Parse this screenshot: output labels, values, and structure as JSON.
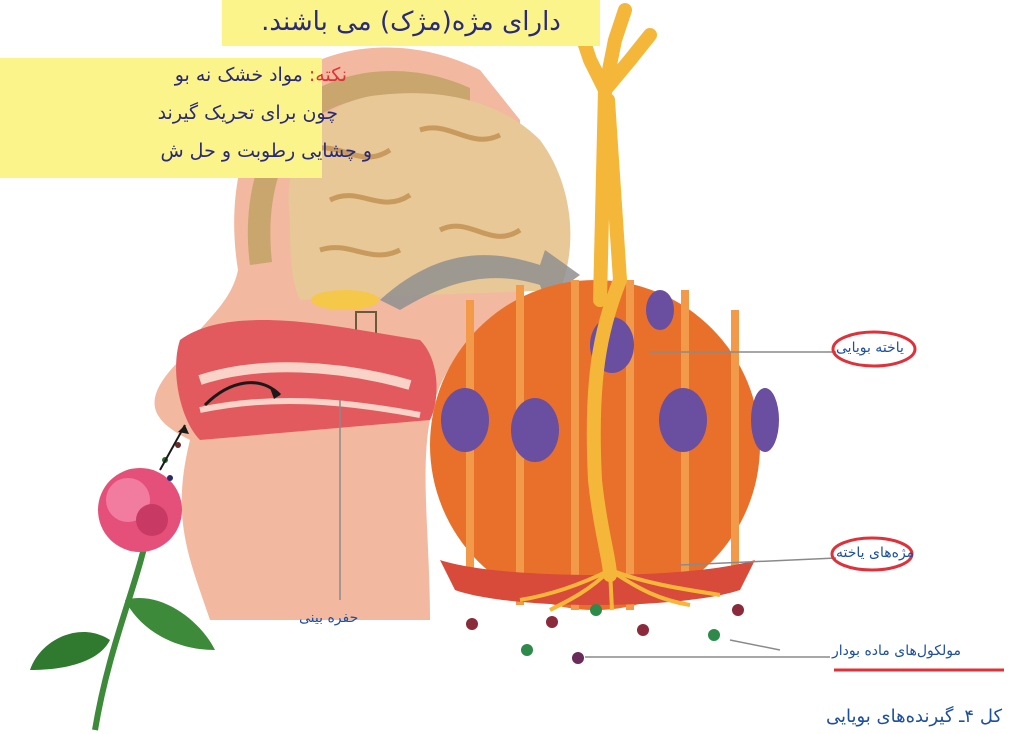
{
  "headline": "دارای مژه(مژک) می باشند.",
  "note": {
    "keyword": "نکته:",
    "line1": "مواد خشک نه بو",
    "line2": "چون برای تحریک گیرند",
    "line3": "و چشایی رطوبت و حل ش"
  },
  "labels": {
    "olfactory_cell": "یاخته بویایی",
    "cell_cilia": "مژه‌های یاخته",
    "nasal_cavity": "حفره بینی",
    "odor_molecules": "مولکول‌های ماده بودار"
  },
  "caption": "کل ۴ـ گیرنده‌های بویایی",
  "colors": {
    "highlight": "#fbf48a",
    "label_text": "#1d4fa0",
    "annotation_red": "#e0303a",
    "tissue_orange": "#e8702a",
    "nucleus_purple": "#6a4ea0",
    "neuron_yellow": "#f5b73a"
  }
}
